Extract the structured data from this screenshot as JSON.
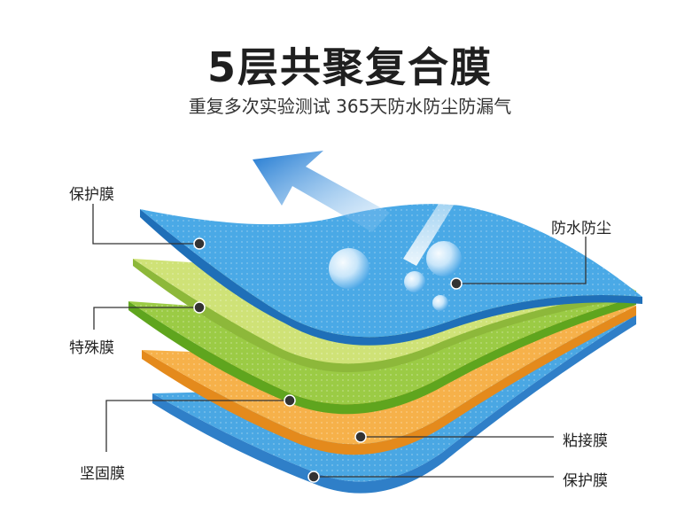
{
  "header": {
    "title": "5层共聚复合膜",
    "subtitle": "重复多次实验测试 365天防水防尘防漏气"
  },
  "labels": {
    "left_top": "保护膜",
    "left_mid": "特殊膜",
    "left_bottom": "坚固膜",
    "right_top": "防水防尘",
    "right_mid": "粘接膜",
    "right_bottom": "保护膜"
  },
  "colors": {
    "blue_layer": "#3fa3e0",
    "green_layer": "#8cc63f",
    "lime_layer": "#c8e06a",
    "orange_layer": "#f2a33a",
    "arrow": "#2e86d4",
    "leader_line": "#333333"
  }
}
